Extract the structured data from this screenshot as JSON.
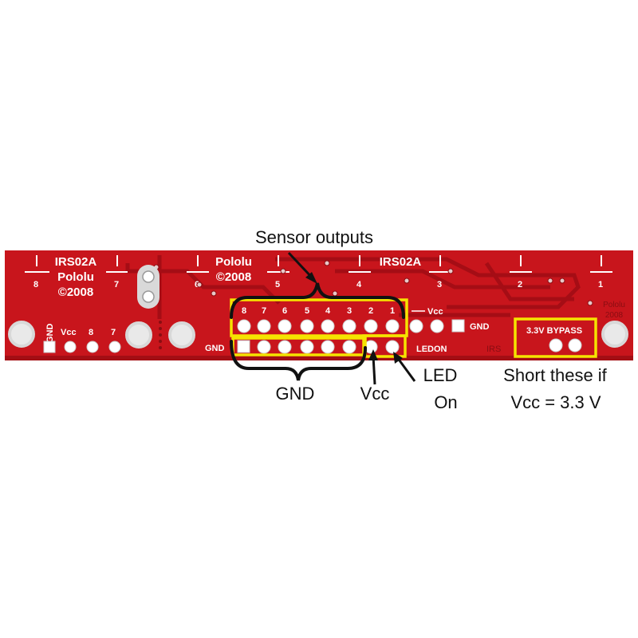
{
  "colors": {
    "pcb": "#c8151c",
    "pcb_dark": "#a30e14",
    "trace": "#b31019",
    "silkscreen": "#ffffff",
    "highlight": "#f5e400",
    "brace": "#111111"
  },
  "board": {
    "left_module": {
      "model": "IRS02A",
      "brand": "Pololu",
      "year": "©2008"
    },
    "center_module": {
      "brand": "Pololu",
      "year": "©2008"
    },
    "right_module": {
      "model": "IRS02A"
    },
    "faint_logo": {
      "brand": "Pololu",
      "year": "2008"
    },
    "sensor_numbers": [
      "8",
      "7",
      "6",
      "5",
      "4",
      "3",
      "2",
      "1"
    ],
    "left_header": {
      "gnd": "GND",
      "vcc": "Vcc",
      "ch8": "8",
      "ch7": "7"
    },
    "main_header": {
      "top_numbers": [
        "8",
        "7",
        "6",
        "5",
        "4",
        "3",
        "2",
        "1"
      ],
      "vcc": "Vcc",
      "gnd_right": "GND",
      "gnd_left": "GND",
      "ledon": "LEDON"
    },
    "bypass": {
      "label": "3.3V BYPASS"
    },
    "faint_label": "IRS"
  },
  "annotations": {
    "sensor_outputs": "Sensor outputs",
    "gnd": "GND",
    "vcc": "Vcc",
    "led_line1": "LED",
    "led_line2": "On",
    "short_line1": "Short these if",
    "short_line2": "Vcc = 3.3 V"
  }
}
